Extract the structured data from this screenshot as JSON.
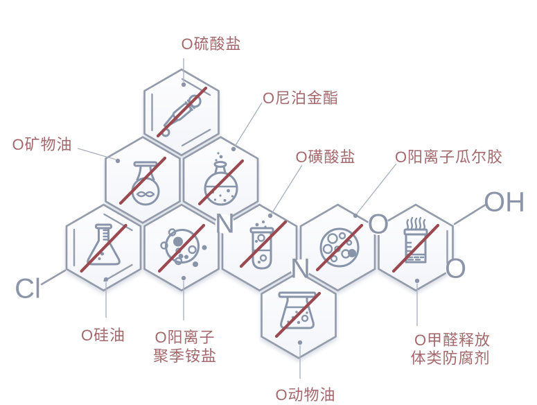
{
  "page": {
    "background": "#ffffff"
  },
  "colors": {
    "label_text": "#a3686c",
    "structure_line": "#949cac",
    "icon_stroke": "#8794a9",
    "strike_line": "#9a4950",
    "atom_text": "#8b94a8"
  },
  "callouts": {
    "sulfate": "O硫酸盐",
    "parabens": "O尼泊金酯",
    "mineral_oil": "O矿物油",
    "sulfonate": "O磺酸盐",
    "cationic_guar_gum": "O阳离子瓜尔胶",
    "silicone_oil": "O硅油",
    "cationic_polyquaternium_line1": "O阳离子",
    "cationic_polyquaternium_line2": "聚季铵盐",
    "animal_oil": "O动物油",
    "formaldehyde_line1": "O甲醛释放",
    "formaldehyde_line2": "体类防腐剂"
  },
  "atoms": {
    "nitrogen_1": "N",
    "nitrogen_2": "N",
    "oxygen_1": "O",
    "oxygen_2": "O",
    "chlorine": "Cl",
    "hydroxyl": "OH"
  },
  "hexagons": [
    {
      "id": "sulfate",
      "icon": "dropper-icon",
      "crossed_out": true
    },
    {
      "id": "mineral_oil",
      "icon": "tulip-flask-icon",
      "crossed_out": true
    },
    {
      "id": "parabens",
      "icon": "round-flask-icon",
      "crossed_out": true
    },
    {
      "id": "silicone_oil",
      "icon": "erlenmeyer-flask-icon",
      "crossed_out": true
    },
    {
      "id": "cationic_polyquaternium",
      "icon": "molecule-ball-icon",
      "crossed_out": true
    },
    {
      "id": "sulfonate",
      "icon": "test-tube-icon",
      "crossed_out": true
    },
    {
      "id": "cationic_guar_gum",
      "icon": "molecule-ball-icon",
      "crossed_out": true
    },
    {
      "id": "formaldehyde_releasers",
      "icon": "jar-fumes-icon",
      "crossed_out": true
    },
    {
      "id": "animal_oil",
      "icon": "beaker-icon",
      "crossed_out": true
    }
  ]
}
